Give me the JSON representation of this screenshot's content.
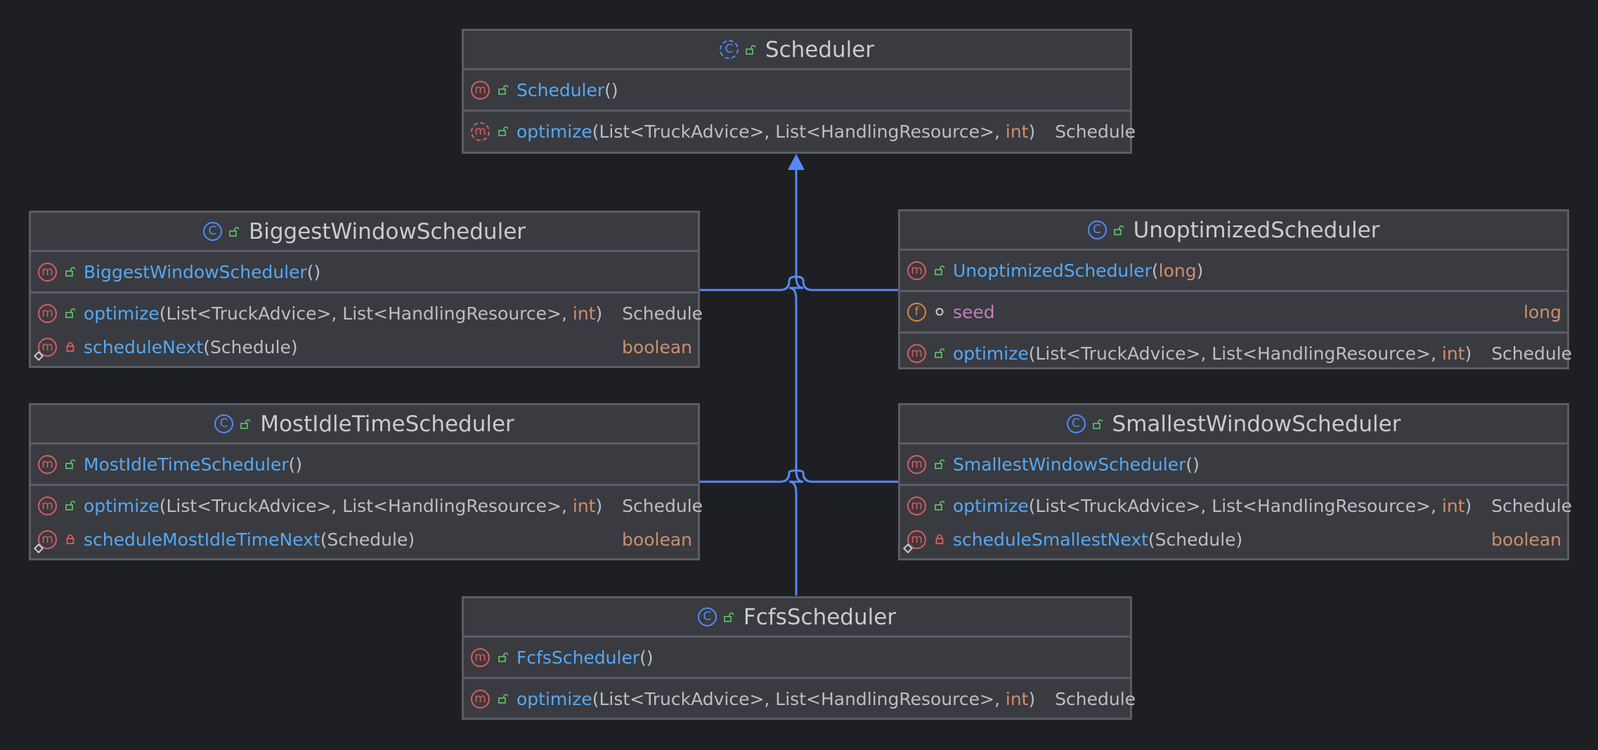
{
  "colors": {
    "background": "#1e1f22",
    "box_fill": "#393b40",
    "box_border": "#5a5d63",
    "arrow": "#548af7",
    "method_name": "#56a8f5",
    "keyword": "#cf8e6d",
    "field_name": "#c77dbb",
    "method_icon": "#db5c5c",
    "field_icon": "#d9873f",
    "class_icon": "#548af7",
    "public_icon": "#5fb865",
    "private_icon": "#db5c5c"
  },
  "icons": {
    "class": "C",
    "method": "m",
    "field": "f"
  },
  "classes": {
    "scheduler": {
      "name": "Scheduler",
      "members": [
        [
          {
            "kind": "m",
            "vis": "public",
            "name": "Scheduler",
            "params": [
              "()"
            ],
            "ret": ""
          }
        ],
        [
          {
            "kind": "m",
            "vis": "public",
            "abstract": true,
            "name": "optimize",
            "params": [
              "(List<TruckAdvice>, List<HandlingResource>, ",
              "int",
              ") "
            ],
            "ret": "Schedule"
          }
        ]
      ]
    },
    "biggest": {
      "name": "BiggestWindowScheduler",
      "members": [
        [
          {
            "kind": "m",
            "vis": "public",
            "name": "BiggestWindowScheduler",
            "params": [
              "()"
            ],
            "ret": ""
          }
        ],
        [
          {
            "kind": "m",
            "vis": "public",
            "name": "optimize",
            "params": [
              "(List<TruckAdvice>, List<HandlingResource>, ",
              "int",
              ") "
            ],
            "ret": "Schedule"
          },
          {
            "kind": "m",
            "vis": "private",
            "overlay": true,
            "name": "scheduleNext",
            "params": [
              "(Schedule)"
            ],
            "ret": "boolean"
          }
        ]
      ]
    },
    "unoptimized": {
      "name": "UnoptimizedScheduler",
      "members": [
        [
          {
            "kind": "m",
            "vis": "public",
            "name": "UnoptimizedScheduler",
            "params": [
              "(",
              "long",
              ")"
            ],
            "ret": ""
          }
        ],
        [
          {
            "kind": "f",
            "vis": "package",
            "name": "seed",
            "params": [],
            "ret": "long"
          }
        ],
        [
          {
            "kind": "m",
            "vis": "public",
            "name": "optimize",
            "params": [
              "(List<TruckAdvice>, List<HandlingResource>, ",
              "int",
              ") "
            ],
            "ret": "Schedule"
          }
        ]
      ]
    },
    "mostidle": {
      "name": "MostIdleTimeScheduler",
      "members": [
        [
          {
            "kind": "m",
            "vis": "public",
            "name": "MostIdleTimeScheduler",
            "params": [
              "()"
            ],
            "ret": ""
          }
        ],
        [
          {
            "kind": "m",
            "vis": "public",
            "name": "optimize",
            "params": [
              "(List<TruckAdvice>, List<HandlingResource>, ",
              "int",
              ") "
            ],
            "ret": "Schedule"
          },
          {
            "kind": "m",
            "vis": "private",
            "overlay": true,
            "name": "scheduleMostIdleTimeNext",
            "params": [
              "(Schedule)"
            ],
            "ret": "boolean"
          }
        ]
      ]
    },
    "smallest": {
      "name": "SmallestWindowScheduler",
      "members": [
        [
          {
            "kind": "m",
            "vis": "public",
            "name": "SmallestWindowScheduler",
            "params": [
              "()"
            ],
            "ret": ""
          }
        ],
        [
          {
            "kind": "m",
            "vis": "public",
            "name": "optimize",
            "params": [
              "(List<TruckAdvice>, List<HandlingResource>, ",
              "int",
              ") "
            ],
            "ret": "Schedule"
          },
          {
            "kind": "m",
            "vis": "private",
            "overlay": true,
            "name": "scheduleSmallestNext",
            "params": [
              "(Schedule)"
            ],
            "ret": "boolean"
          }
        ]
      ]
    },
    "fcfs": {
      "name": "FcfsScheduler",
      "members": [
        [
          {
            "kind": "m",
            "vis": "public",
            "name": "FcfsScheduler",
            "params": [
              "()"
            ],
            "ret": ""
          }
        ],
        [
          {
            "kind": "m",
            "vis": "public",
            "name": "optimize",
            "params": [
              "(List<TruckAdvice>, List<HandlingResource>, ",
              "int",
              ") "
            ],
            "ret": "Schedule"
          }
        ]
      ]
    }
  },
  "edges": [
    {
      "from": "biggest",
      "to": "scheduler",
      "type": "inheritance"
    },
    {
      "from": "unoptimized",
      "to": "scheduler",
      "type": "inheritance"
    },
    {
      "from": "mostidle",
      "to": "scheduler",
      "type": "inheritance"
    },
    {
      "from": "smallest",
      "to": "scheduler",
      "type": "inheritance"
    },
    {
      "from": "fcfs",
      "to": "scheduler",
      "type": "inheritance"
    }
  ]
}
